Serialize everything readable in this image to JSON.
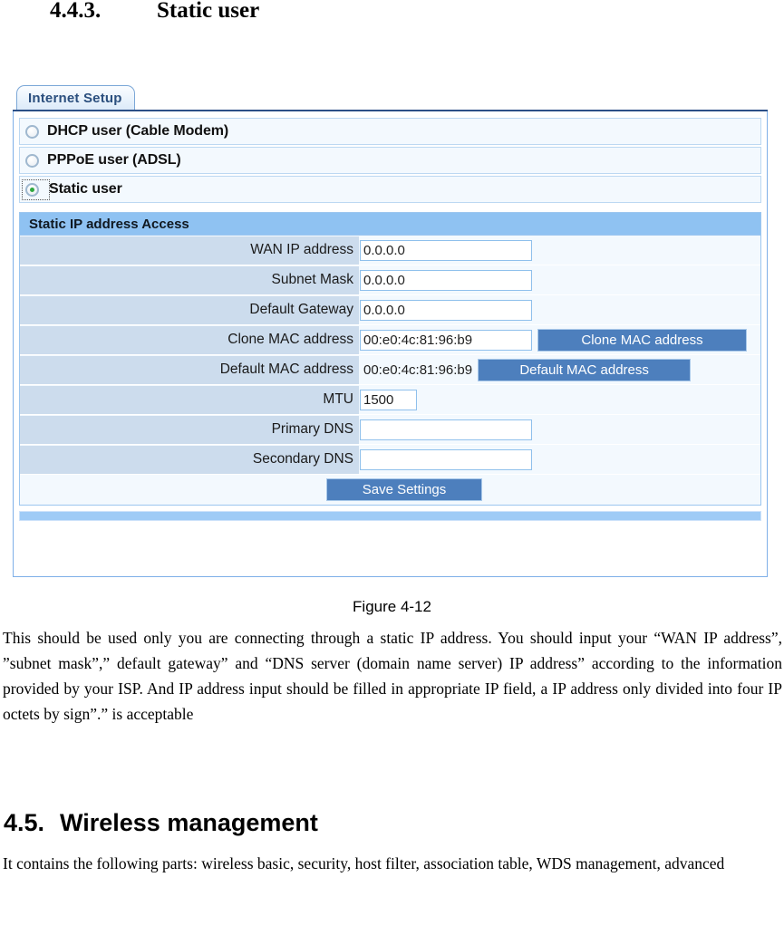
{
  "document": {
    "heading_section": {
      "number": "4.4.3.",
      "title": "Static user"
    },
    "figure_caption": "Figure 4-12",
    "paragraph_static": "This should be used only you are connecting through a static IP address. You should input your “WAN IP address”, ”subnet mask”,” default gateway” and “DNS server (domain name server) IP address” according to the information provided by your ISP. And IP address input should be filled in appropriate IP field, a IP address only divided into four IP octets by sign”.” is acceptable",
    "heading_wireless": {
      "number": "4.5.",
      "title": "Wireless management"
    },
    "paragraph_wireless": "It contains the following parts: wireless basic, security, host filter, association table, WDS management, advanced"
  },
  "panel": {
    "tab_label": "Internet Setup",
    "connection_options": [
      {
        "label": "DHCP user (Cable Modem)",
        "selected": false
      },
      {
        "label": "PPPoE user (ADSL)",
        "selected": false
      },
      {
        "label": "Static user",
        "selected": true
      }
    ],
    "section": {
      "header": "Static IP address Access",
      "fields": [
        {
          "label": "WAN IP address",
          "value": "0.0.0.0",
          "placeholder": ""
        },
        {
          "label": "Subnet Mask",
          "value": "0.0.0.0",
          "placeholder": ""
        },
        {
          "label": "Default Gateway",
          "value": "0.0.0.0",
          "placeholder": ""
        },
        {
          "label": "Clone MAC address",
          "value": "00:e0:4c:81:96:b9",
          "button": "Clone MAC address"
        },
        {
          "label": "Default MAC address",
          "value": "00:e0:4c:81:96:b9",
          "button": "Default MAC address"
        },
        {
          "label": "MTU",
          "value": "1500",
          "placeholder": ""
        },
        {
          "label": "Primary DNS",
          "value": "",
          "placeholder": ""
        },
        {
          "label": "Secondary DNS",
          "value": "",
          "placeholder": ""
        }
      ],
      "save_label": "Save Settings"
    }
  },
  "colors": {
    "tab_text": "#2b4f7e",
    "tab_underline": "#2b4f87",
    "section_header_bg": "#8fc2f2",
    "label_cell_bg": "#ccdced",
    "row_bg": "#f3f9fe",
    "button_bg": "#4d7fbd",
    "input_border": "#8fc0ec",
    "radio_selected_dot": "#2fa83f",
    "panel_footer_bg": "#9fcbf6"
  }
}
